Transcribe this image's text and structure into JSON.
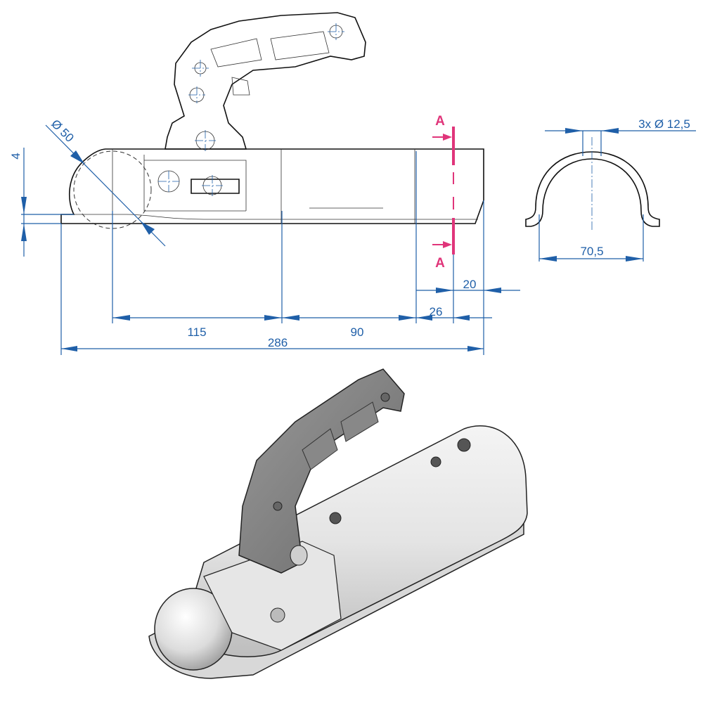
{
  "dimensions": {
    "ball_diameter": "Ø 50",
    "plate_thickness": "4",
    "d115": "115",
    "d90": "90",
    "d26": "26",
    "d20": "20",
    "overall_length": "286",
    "section_width": "70,5",
    "holes": "3x Ø 12,5"
  },
  "section": {
    "label_top": "A",
    "label_bottom": "A"
  },
  "colors": {
    "dimension": "#1f5fa8",
    "section": "#e0357a"
  }
}
